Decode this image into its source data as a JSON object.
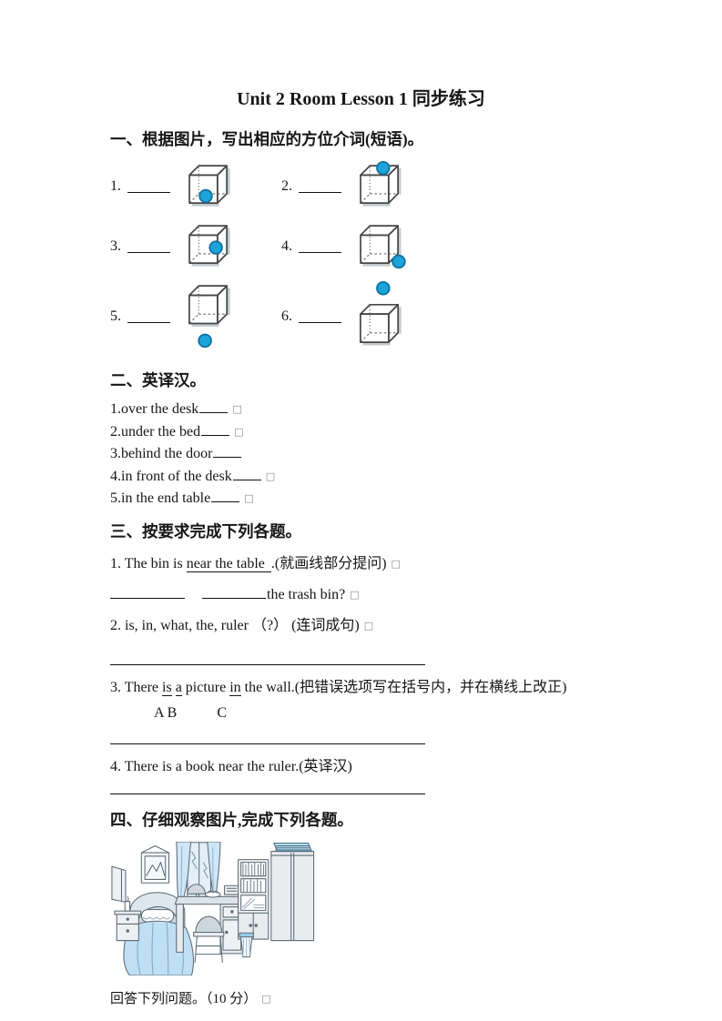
{
  "page": {
    "title": "Unit 2 Room Lesson 1 同步练习"
  },
  "section1": {
    "heading": "一、根据图片，写出相应的方位介词(短语)。",
    "items": [
      {
        "label": "1.",
        "icon": "cube-dot-inside-bottom"
      },
      {
        "label": "2.",
        "icon": "cube-dot-on-top"
      },
      {
        "label": "3.",
        "icon": "cube-dot-inside-right"
      },
      {
        "label": "4.",
        "icon": "cube-dot-outside-bottom-right"
      },
      {
        "label": "5.",
        "icon": "cube-dot-below"
      },
      {
        "label": "6.",
        "icon": "cube-dot-above"
      }
    ],
    "dot_color": "#1ea3d9"
  },
  "section2": {
    "heading": "二、英译汉。",
    "items": [
      {
        "text": "1.over the desk",
        "box": "□"
      },
      {
        "text": "2.under the bed",
        "box": "□"
      },
      {
        "text": "3.behind the door",
        "box": ""
      },
      {
        "text": "4.in front of the desk",
        "box": "□"
      },
      {
        "text": "5.in the end table",
        "box": "□"
      }
    ]
  },
  "section3": {
    "heading": "三、按要求完成下列各题。",
    "q1": {
      "prefix": "1. The bin is ",
      "underlined": "near the table",
      "suffix": ".(就画线部分提问)",
      "box": "□",
      "answer_tail": "the trash bin?",
      "answer_box": "□"
    },
    "q2": {
      "text": "2. is, in, what, the, ruler （?） (连词成句)",
      "box": "□"
    },
    "q3": {
      "prefix": "3. There ",
      "u1": "is",
      "sep": " ",
      "u2": "a",
      "mid": " picture ",
      "u3": "in",
      "suffix": " the wall.(把错误选项写在括号内，并在横线上改正)",
      "label_ab": "A B",
      "label_c": "C"
    },
    "q4": "4. There is a book near the ruler.(英译汉)"
  },
  "section4": {
    "heading": "四、仔细观察图片,完成下列各题。",
    "instruction": "回答下列问题。（10 分）",
    "instruction_box": "□"
  }
}
